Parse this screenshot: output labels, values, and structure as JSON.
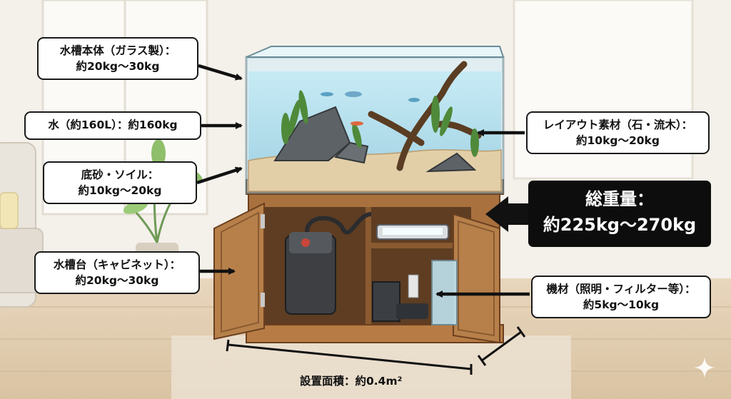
{
  "labels": {
    "tank": {
      "line1": "水槽本体（ガラス製）：",
      "line2": "約20kg〜30kg"
    },
    "water": {
      "line1": "水（約160L）：約160kg"
    },
    "substrate": {
      "line1": "底砂・ソイル：",
      "line2": "約10kg〜20kg"
    },
    "stand": {
      "line1": "水槽台（キャビネット）：",
      "line2": "約20kg〜30kg"
    },
    "layout": {
      "line1": "レイアウト素材（石・流木）：",
      "line2": "約10kg〜20kg"
    },
    "equipment": {
      "line1": "機材（照明・フィルター等）：",
      "line2": "約5kg〜10kg"
    }
  },
  "total": {
    "line1": "総重量：",
    "line2": "約225kg〜270kg"
  },
  "footprint": {
    "text": "設置面積：約0.4m²"
  },
  "colors": {
    "wood": "#a9713e",
    "wood_dark": "#7a4a24",
    "water": "#a8d8ea",
    "glass_edge": "#6a8d9a",
    "sand": "#e2cfa8",
    "plant": "#4f8a3a",
    "rock": "#5d6266",
    "total_bg": "#0d0d0d"
  },
  "icons": [
    "arrow-icon",
    "sparkle-icon"
  ]
}
